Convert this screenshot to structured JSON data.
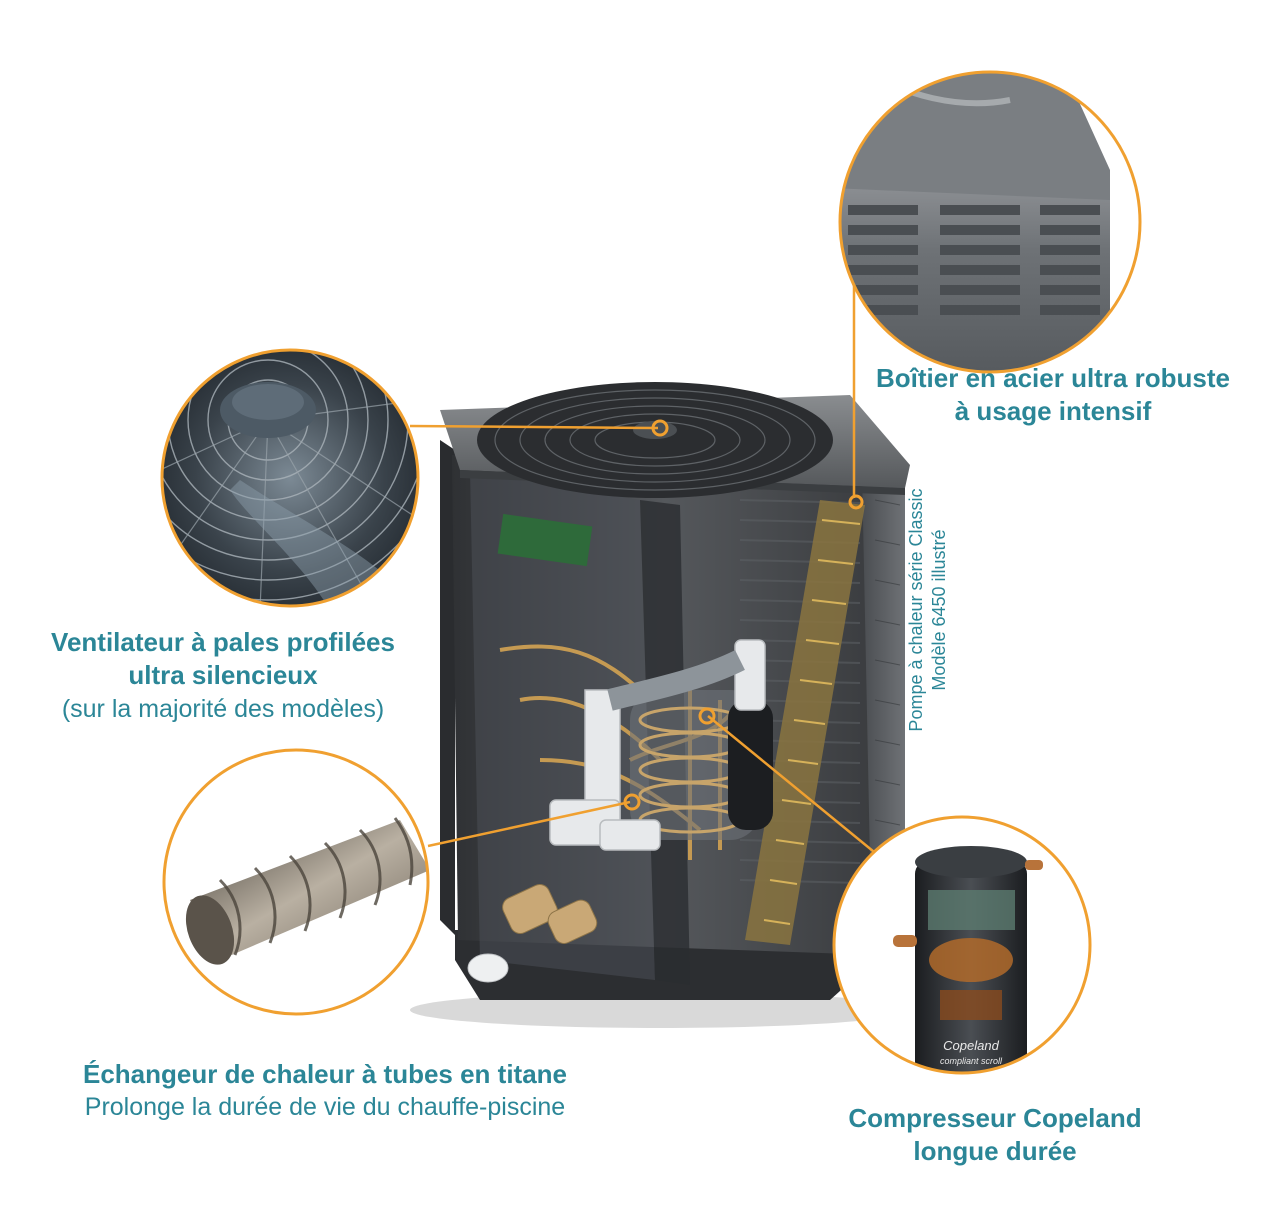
{
  "colors": {
    "accent_orange": "#f0a030",
    "label_teal": "#2b8697",
    "unit_body": "#3d3f42",
    "unit_top": "#6a6d70"
  },
  "callouts": {
    "casing": {
      "title_line1": "Boîtier en acier ultra robuste",
      "title_line2": "à usage intensif"
    },
    "fan": {
      "title_line1": "Ventilateur à pales profilées",
      "title_line2": "ultra silencieux",
      "note": "(sur la majorité des modèles)"
    },
    "heat_exchanger": {
      "title": "Échangeur de chaleur à tubes en titane",
      "subtitle": "Prolonge la durée de vie du chauffe-piscine"
    },
    "compressor": {
      "title_line1": "Compresseur Copeland",
      "title_line2": "longue durée",
      "brand_text_line1": "Copeland",
      "brand_text_line2": "compliant scroll"
    }
  },
  "model_note": {
    "line1": "Pompe à chaleur série Classic",
    "line2": "Modèle 6450 illustré"
  }
}
